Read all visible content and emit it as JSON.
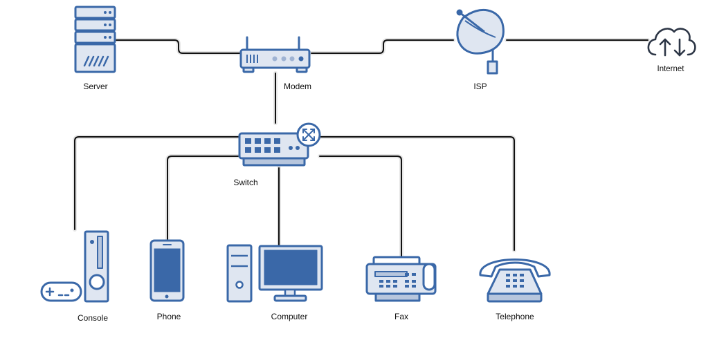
{
  "colors": {
    "outline": "#3a68a8",
    "fill_light": "#dfe6f1",
    "fill_mid": "#b7c6dd",
    "screen": "#3a68a8",
    "line": "#111111",
    "halo": "#e6e6e6"
  },
  "nodes": {
    "server": {
      "label": "Server",
      "icon": "server-rack-icon"
    },
    "modem": {
      "label": "Modem",
      "icon": "modem-router-icon"
    },
    "isp": {
      "label": "ISP",
      "icon": "satellite-dish-icon"
    },
    "internet": {
      "label": "Internet",
      "icon": "cloud-upload-download-icon"
    },
    "switch": {
      "label": "Switch",
      "icon": "network-switch-icon"
    },
    "console": {
      "label": "Console",
      "icon": "game-console-icon"
    },
    "phone": {
      "label": "Phone",
      "icon": "smartphone-icon"
    },
    "computer": {
      "label": "Computer",
      "icon": "desktop-computer-icon"
    },
    "fax": {
      "label": "Fax",
      "icon": "fax-machine-icon"
    },
    "telephone": {
      "label": "Telephone",
      "icon": "desk-telephone-icon"
    }
  },
  "connections": [
    [
      "server",
      "modem"
    ],
    [
      "modem",
      "isp"
    ],
    [
      "isp",
      "internet"
    ],
    [
      "modem",
      "switch"
    ],
    [
      "switch",
      "console"
    ],
    [
      "switch",
      "phone"
    ],
    [
      "switch",
      "computer"
    ],
    [
      "switch",
      "fax"
    ],
    [
      "switch",
      "telephone"
    ]
  ]
}
